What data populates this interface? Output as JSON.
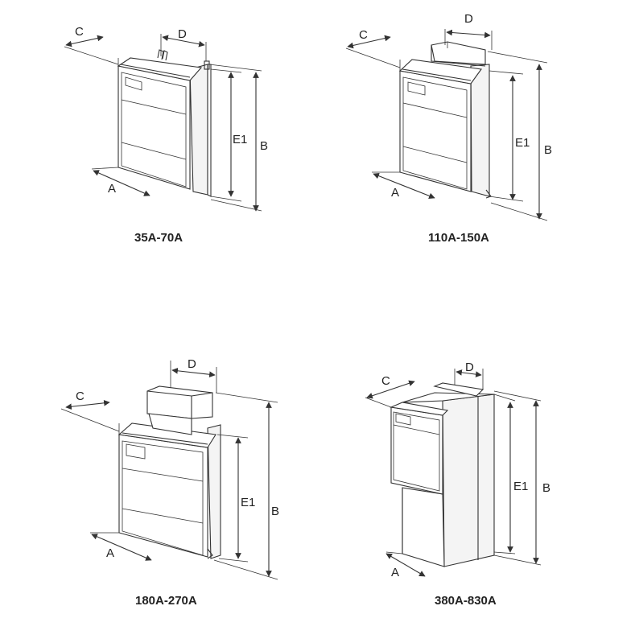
{
  "figures": [
    {
      "caption": "35A-70A",
      "labels": {
        "a": "A",
        "b": "B",
        "c": "C",
        "d": "D",
        "e1": "E1"
      }
    },
    {
      "caption": "110A-150A",
      "labels": {
        "a": "A",
        "b": "B",
        "c": "C",
        "d": "D",
        "e1": "E1"
      }
    },
    {
      "caption": "180A-270A",
      "labels": {
        "a": "A",
        "b": "B",
        "c": "C",
        "d": "D",
        "e1": "E1"
      }
    },
    {
      "caption": "380A-830A",
      "labels": {
        "a": "A",
        "b": "B",
        "c": "C",
        "d": "D",
        "e1": "E1"
      }
    }
  ],
  "colors": {
    "line": "#333333",
    "text": "#222222",
    "background": "#ffffff"
  }
}
